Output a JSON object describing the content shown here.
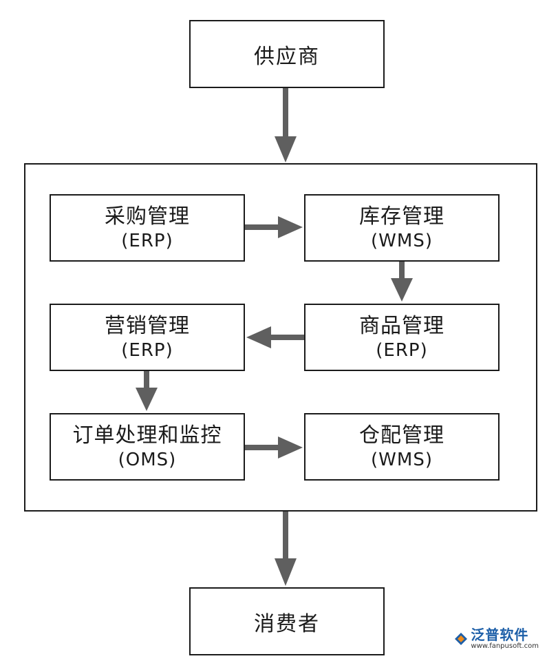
{
  "supplier": {
    "label": "供应商"
  },
  "consumer": {
    "label": "消费者"
  },
  "modules": {
    "procurement": {
      "title": "采购管理",
      "system": "(ERP)"
    },
    "inventory": {
      "title": "库存管理",
      "system": "(WMS)"
    },
    "sales": {
      "title": "营销管理",
      "system": "(ERP)"
    },
    "product": {
      "title": "商品管理",
      "system": "(ERP)"
    },
    "order": {
      "title": "订单处理和监控",
      "system": "(OMS)"
    },
    "warehouse": {
      "title": "仓配管理",
      "system": "(WMS)"
    }
  },
  "watermark": {
    "name": "泛普软件",
    "url": "www.fanpusoft.com"
  },
  "colors": {
    "arrow": "#5f5f5f",
    "border": "#1a1a1a",
    "watermark": "#1d5fa8"
  }
}
